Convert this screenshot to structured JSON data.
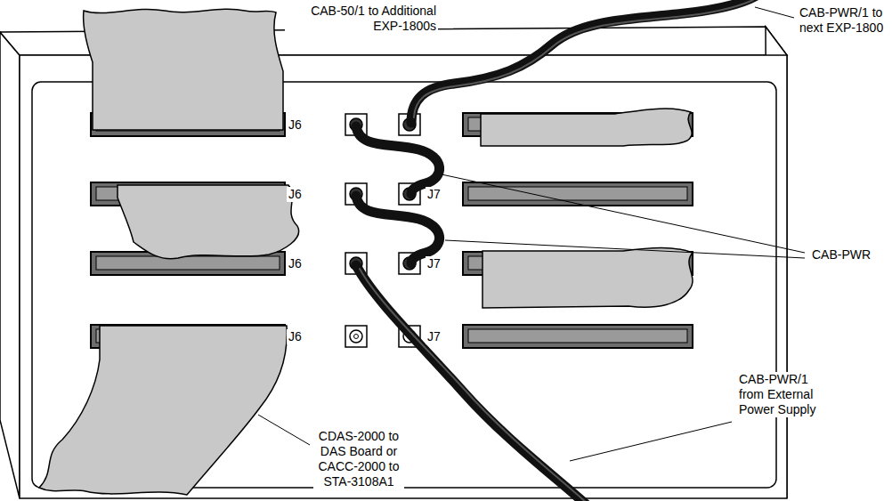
{
  "diagram": {
    "labels": [
      "CAB-50/1 to Additional EXP-1800s",
      "CAB-PWR/1 to next EXP-1800",
      "J6",
      "J6",
      "J7",
      "CAB-PWR",
      "J6",
      "J7",
      "J6",
      "J7",
      "CAB-PWR/1 from External Power Supply",
      "CDAS-2000 to DAS Board or CACC-2000 to STA-3108A1"
    ]
  }
}
